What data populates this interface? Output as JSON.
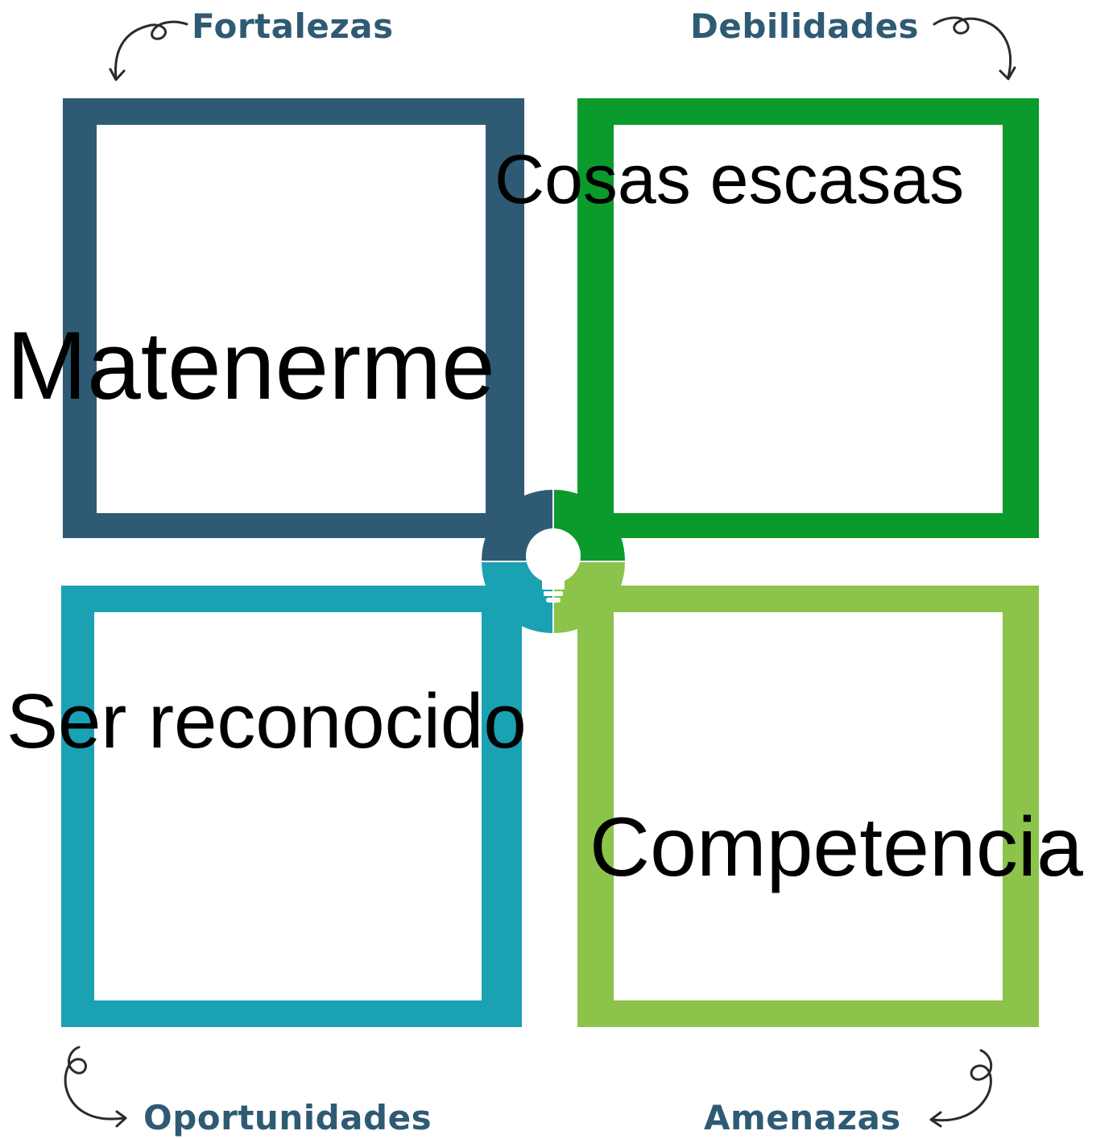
{
  "colors": {
    "fortalezas": "#2e5b73",
    "debilidades": "#0b9a2c",
    "oportunidades": "#1aa1b2",
    "amenazas": "#8cc34a",
    "heading_text": "#2e5b73",
    "entry_text": "#000000",
    "background": "#ffffff"
  },
  "quadrants": {
    "fortalezas": {
      "title": "Fortalezas",
      "entry": "Matenerme"
    },
    "debilidades": {
      "title": "Debilidades",
      "entry": "Cosas escasas"
    },
    "oportunidades": {
      "title": "Oportunidades",
      "entry": "Ser reconocido"
    },
    "amenazas": {
      "title": "Amenazas",
      "entry": "Competencia"
    }
  },
  "center_icon": "lightbulb-icon",
  "arrow_icon": "curly-arrow-icon"
}
